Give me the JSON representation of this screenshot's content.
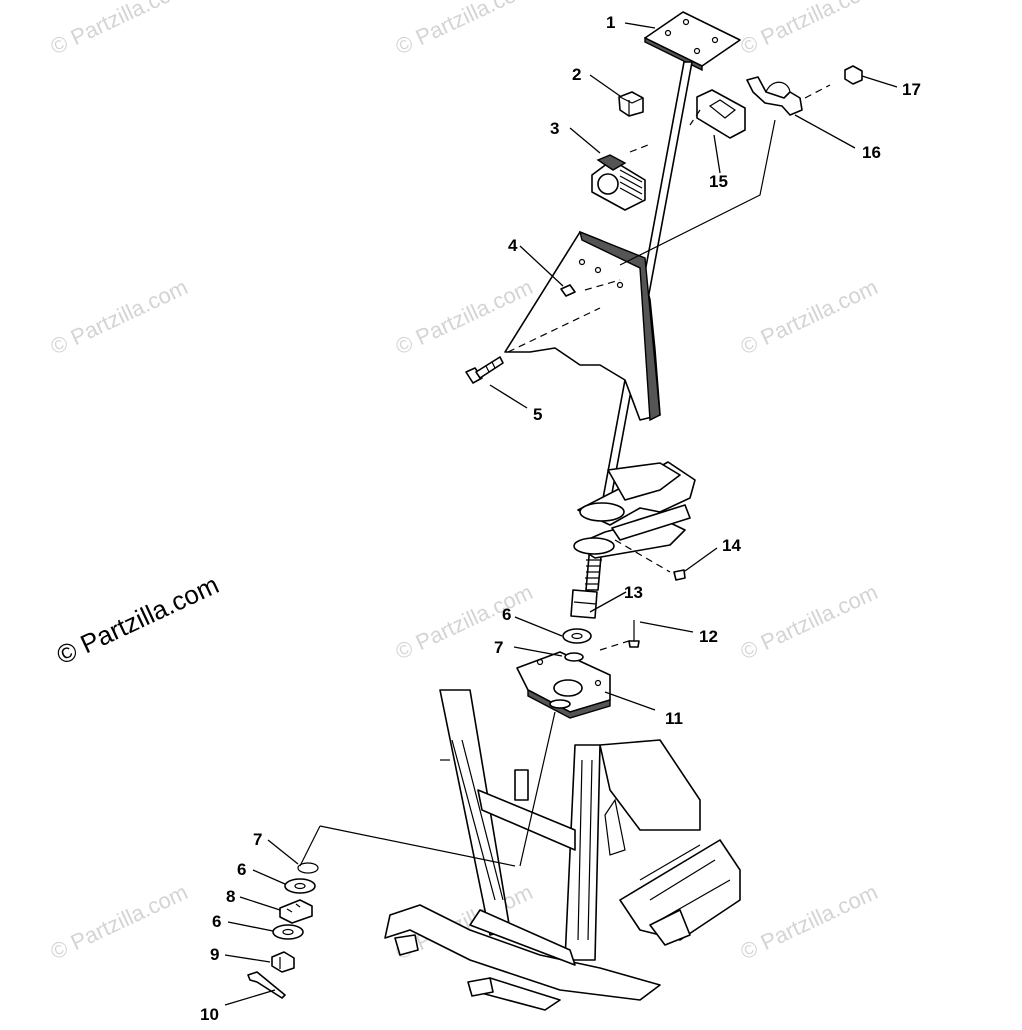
{
  "diagram": {
    "watermark_text": "© Partzilla.com",
    "watermark_main_text": "© Partzilla.com",
    "callouts": [
      {
        "id": "1",
        "label": "1"
      },
      {
        "id": "2",
        "label": "2"
      },
      {
        "id": "3",
        "label": "3"
      },
      {
        "id": "4",
        "label": "4"
      },
      {
        "id": "5",
        "label": "5"
      },
      {
        "id": "6a",
        "label": "6"
      },
      {
        "id": "7a",
        "label": "7"
      },
      {
        "id": "11",
        "label": "11"
      },
      {
        "id": "12",
        "label": "12"
      },
      {
        "id": "13",
        "label": "13"
      },
      {
        "id": "14",
        "label": "14"
      },
      {
        "id": "15",
        "label": "15"
      },
      {
        "id": "16",
        "label": "16"
      },
      {
        "id": "17",
        "label": "17"
      },
      {
        "id": "7b",
        "label": "7"
      },
      {
        "id": "6b",
        "label": "6"
      },
      {
        "id": "8",
        "label": "8"
      },
      {
        "id": "6c",
        "label": "6"
      },
      {
        "id": "9",
        "label": "9"
      },
      {
        "id": "10",
        "label": "10"
      }
    ],
    "colors": {
      "line": "#000000",
      "background": "#ffffff",
      "watermark": "#d4d4d4"
    }
  }
}
